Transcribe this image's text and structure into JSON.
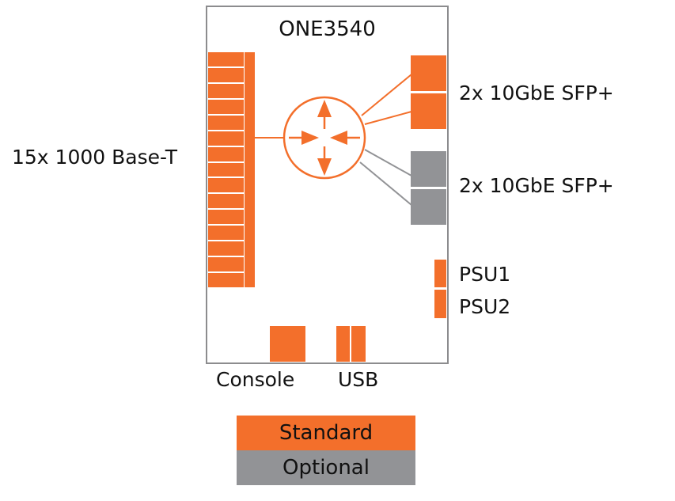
{
  "device": {
    "model": "ONE3540"
  },
  "colors": {
    "standard": "#f36f2b",
    "optional": "#929396",
    "border": "#8c8c8e"
  },
  "ports": {
    "copper": {
      "label": "15x 1000 Base-T",
      "count": 15,
      "type": "standard"
    },
    "sfp_standard": {
      "label": "2x 10GbE SFP+",
      "count": 2,
      "type": "standard"
    },
    "sfp_optional": {
      "label": "2x 10GbE SFP+",
      "count": 2,
      "type": "optional"
    },
    "psu": [
      {
        "label": "PSU1",
        "type": "standard"
      },
      {
        "label": "PSU2",
        "type": "standard"
      }
    ],
    "console": {
      "label": "Console",
      "type": "standard"
    },
    "usb": {
      "label": "USB",
      "count": 2,
      "type": "standard"
    }
  },
  "center_icon": "router-icon",
  "legend": [
    {
      "label": "Standard",
      "color": "#f36f2b"
    },
    {
      "label": "Optional",
      "color": "#929396"
    }
  ]
}
